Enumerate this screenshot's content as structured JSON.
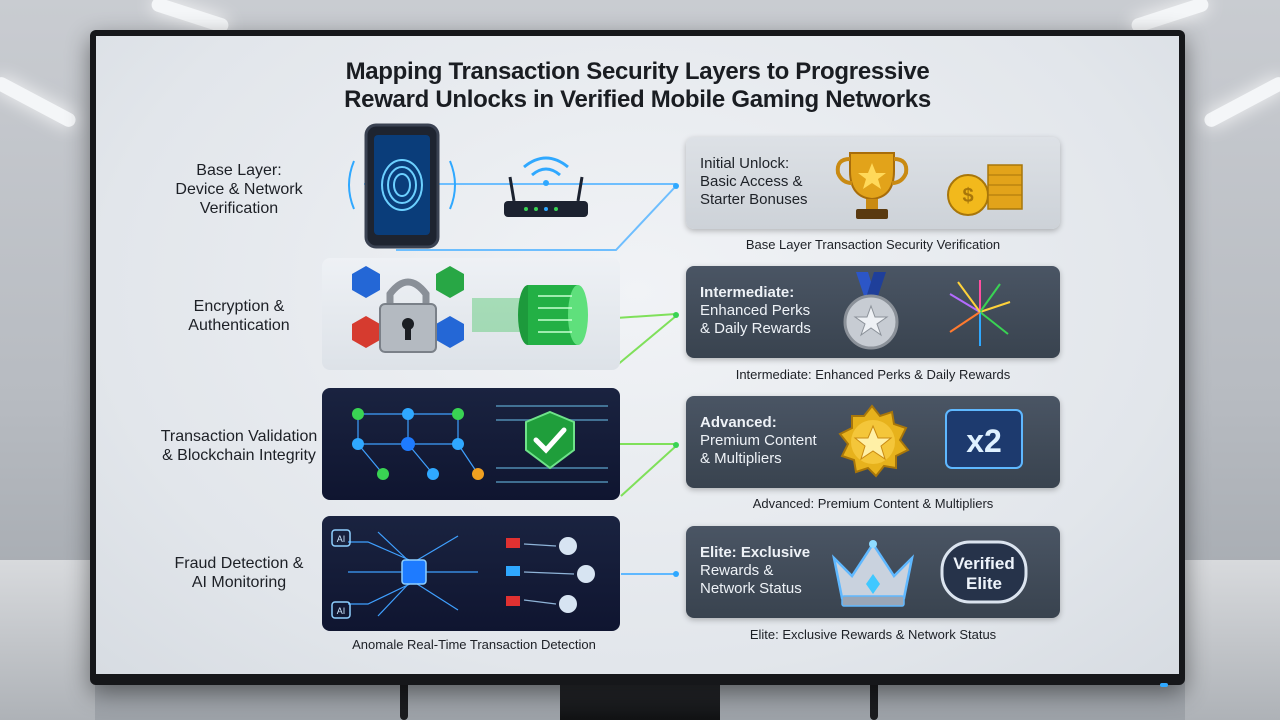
{
  "title": {
    "line1": "Mapping Transaction Security Layers to Progressive",
    "line2": "Reward Unlocks in Verified Mobile Gaming Networks"
  },
  "layers": [
    {
      "line1": "Base Layer:",
      "line2": "Device & Network",
      "line3": "Verification"
    },
    {
      "line1": "Encryption &",
      "line2": "Authentication"
    },
    {
      "line1": "Transaction Validation",
      "line2": "& Blockchain Integrity"
    },
    {
      "line1": "Fraud Detection &",
      "line2": "AI Monitoring"
    }
  ],
  "rewards": [
    {
      "line1": "Initial Unlock:",
      "line2": "Basic Access &",
      "line3": "Starter Bonuses",
      "caption": "Base Layer Transaction Security Verification"
    },
    {
      "line1": "Intermediate:",
      "line2": "Enhanced Perks",
      "line3": "& Daily Rewards",
      "caption": "Intermediate: Enhanced Perks & Daily Rewards"
    },
    {
      "line1": "Advanced:",
      "line2": "Premium Content",
      "line3": "& Multipliers",
      "caption": "Advanced: Premium Content & Multipliers"
    },
    {
      "line1": "Elite: Exclusive",
      "line2": "Rewards &",
      "line3": "Network Status",
      "caption": "Elite: Exclusive Rewards & Network Status"
    }
  ],
  "badges": {
    "multiplier": "x2",
    "verified_line1": "Verified",
    "verified_line2": "Elite"
  },
  "fraud_caption": "Anomale Real-Time Transaction Detection",
  "panel_icons": {
    "ai_left": "AI",
    "ai_bottom": "AI"
  },
  "colors": {
    "accent_blue": "#2fa8ff",
    "accent_green": "#39d353",
    "gold": "#e2a31a"
  }
}
